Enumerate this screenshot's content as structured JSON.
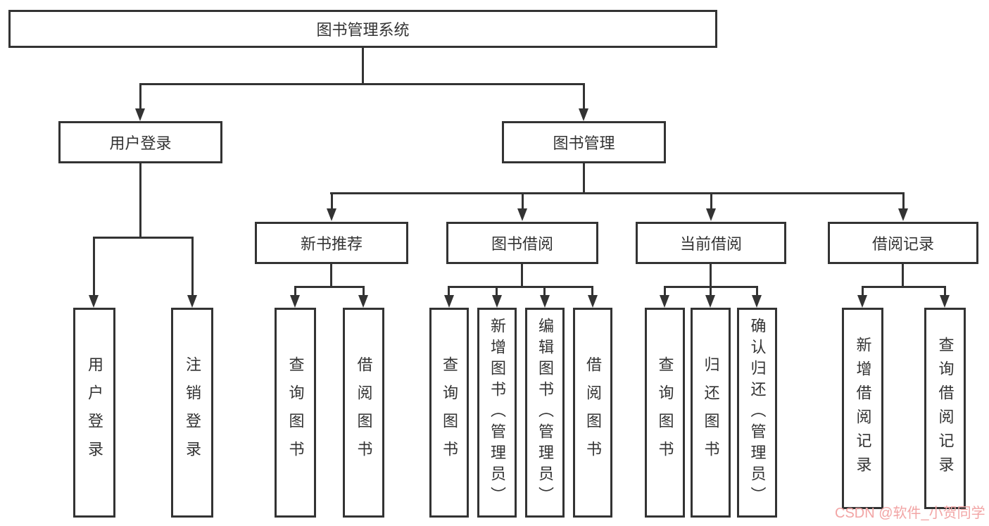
{
  "diagram": {
    "type": "hierarchy-tree",
    "line_color": "#333333",
    "text_color": "#333333",
    "background_color": "#ffffff",
    "watermark": {
      "text": "CSDN @软件_小贺同学",
      "color": "#f2a5a5"
    },
    "root": {
      "label": "图书管理系统",
      "children": [
        {
          "label": "用户登录",
          "leaves": [
            {
              "label": "用户登录"
            },
            {
              "label": "注销登录"
            }
          ]
        },
        {
          "label": "图书管理",
          "children": [
            {
              "label": "新书推荐",
              "leaves": [
                {
                  "label": "查询图书"
                },
                {
                  "label": "借阅图书"
                }
              ]
            },
            {
              "label": "图书借阅",
              "leaves": [
                {
                  "label": "查询图书"
                },
                {
                  "label": "新增图书（管理员）"
                },
                {
                  "label": "编辑图书（管理员）"
                },
                {
                  "label": "借阅图书"
                }
              ]
            },
            {
              "label": "当前借阅",
              "leaves": [
                {
                  "label": "查询图书"
                },
                {
                  "label": "归还图书"
                },
                {
                  "label": "确认归还（管理员）"
                }
              ]
            },
            {
              "label": "借阅记录",
              "leaves": [
                {
                  "label": "新增借阅记录"
                },
                {
                  "label": "查询借阅记录"
                }
              ]
            }
          ]
        }
      ]
    }
  }
}
